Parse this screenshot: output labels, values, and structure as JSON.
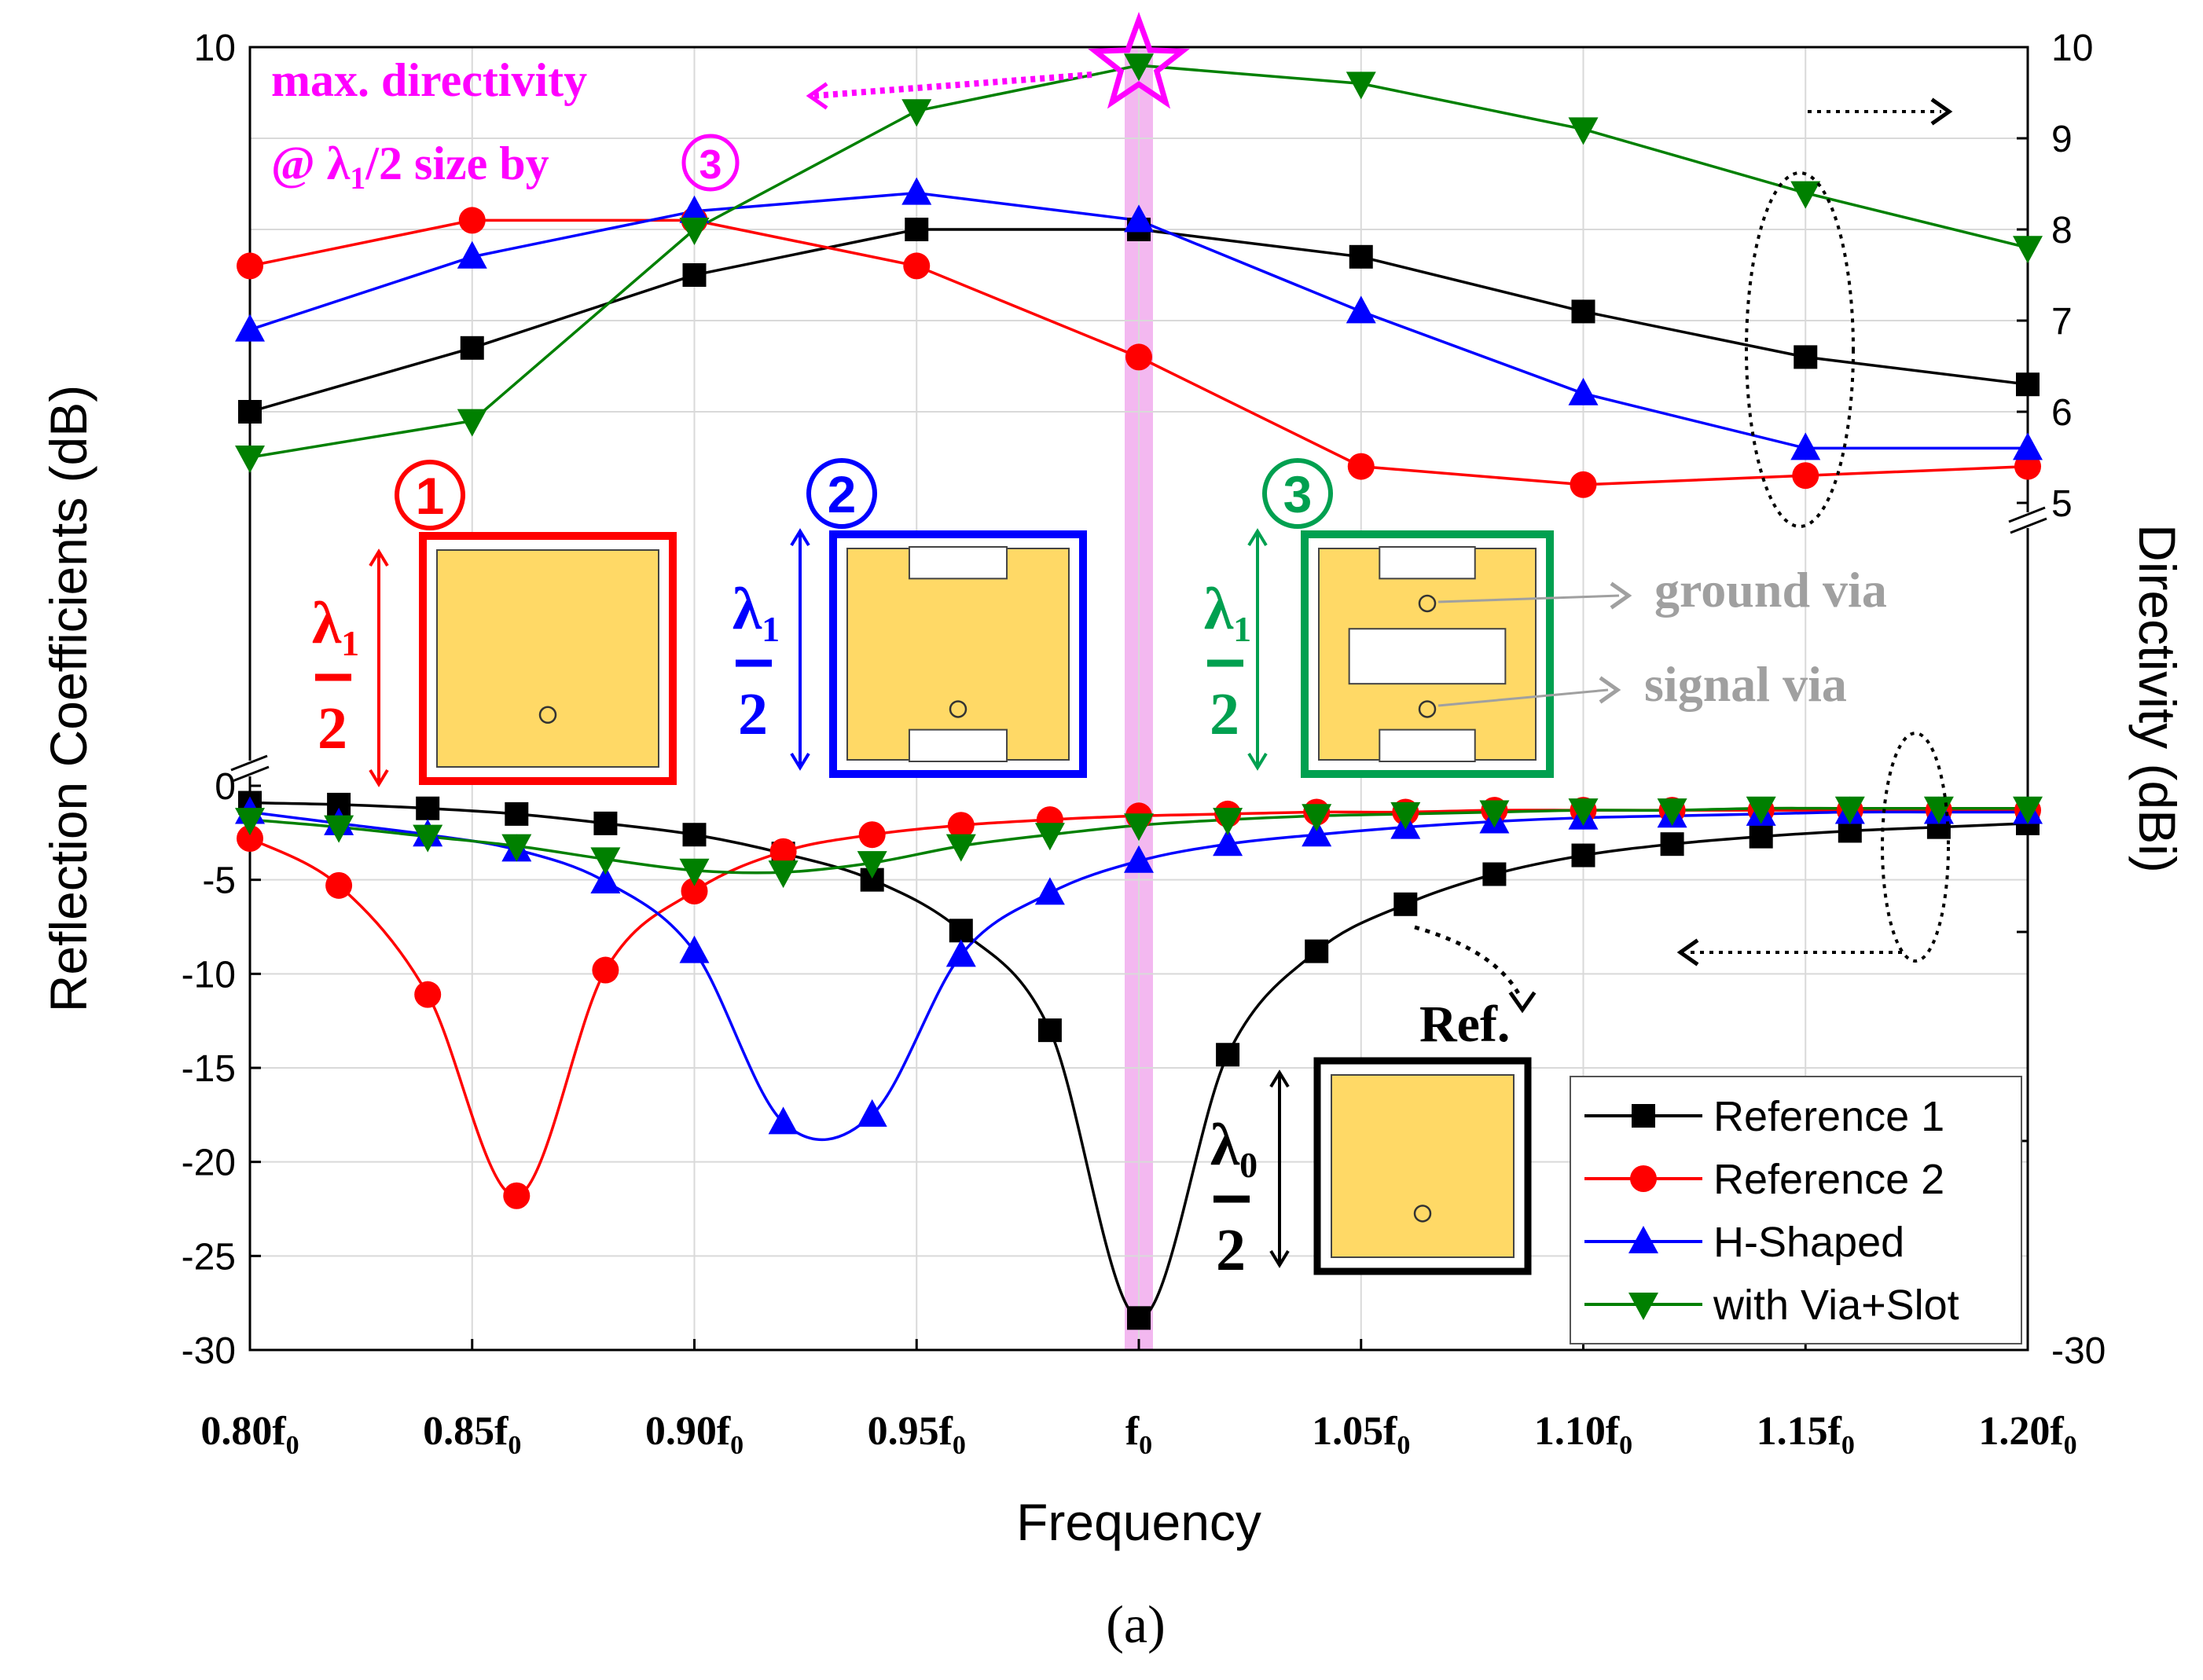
{
  "chart_data": {
    "type": "line",
    "xlabel": "Frequency",
    "ylabel_left": "Reflection Coefficients (dB)",
    "ylabel_right": "Directivity (dBi)",
    "subfigure_label": "(a)",
    "x_tick_labels": [
      "0.80f0",
      "0.85f0",
      "0.90f0",
      "0.95f0",
      "f0",
      "1.05f0",
      "1.10f0",
      "1.15f0",
      "1.20f0"
    ],
    "x_tick_values": [
      0.8,
      0.85,
      0.9,
      0.95,
      1.0,
      1.05,
      1.1,
      1.15,
      1.2
    ],
    "xlim": [
      0.8,
      1.2
    ],
    "left_axis": {
      "tick_labels": [
        "0",
        "-5",
        "-10",
        "-15",
        "-20",
        "-25",
        "-30"
      ],
      "top_label": "10",
      "ylim": [
        -30,
        0
      ]
    },
    "right_axis": {
      "tick_labels": [
        "10",
        "9",
        "8",
        "7",
        "6",
        "5"
      ],
      "bottom_label": "-30",
      "ylim": [
        5,
        10
      ]
    },
    "grid": true,
    "legend_position": "bottom-right",
    "reflection_series": [
      {
        "name": "Reference 1",
        "color": "#000000",
        "marker": "square",
        "x": [
          0.8,
          0.82,
          0.84,
          0.86,
          0.88,
          0.9,
          0.92,
          0.94,
          0.96,
          0.98,
          1.0,
          1.02,
          1.04,
          1.06,
          1.08,
          1.1,
          1.12,
          1.14,
          1.16,
          1.18,
          1.2
        ],
        "y": [
          -0.9,
          -1.0,
          -1.2,
          -1.5,
          -2.0,
          -2.6,
          -3.6,
          -5.0,
          -7.7,
          -13.0,
          -28.3,
          -14.3,
          -8.8,
          -6.3,
          -4.7,
          -3.7,
          -3.1,
          -2.7,
          -2.4,
          -2.2,
          -2.0
        ]
      },
      {
        "name": "Reference 2",
        "color": "#ff0000",
        "marker": "circle",
        "x": [
          0.8,
          0.82,
          0.84,
          0.86,
          0.88,
          0.9,
          0.92,
          0.94,
          0.96,
          0.98,
          1.0,
          1.02,
          1.04,
          1.06,
          1.08,
          1.1,
          1.12,
          1.14,
          1.16,
          1.18,
          1.2
        ],
        "y": [
          -2.8,
          -5.3,
          -11.1,
          -21.8,
          -9.8,
          -5.6,
          -3.5,
          -2.6,
          -2.1,
          -1.8,
          -1.6,
          -1.5,
          -1.4,
          -1.4,
          -1.3,
          -1.3,
          -1.3,
          -1.3,
          -1.3,
          -1.3,
          -1.3
        ]
      },
      {
        "name": "H-Shaped",
        "color": "#0000ff",
        "marker": "triangle-up",
        "x": [
          0.8,
          0.82,
          0.84,
          0.86,
          0.88,
          0.9,
          0.92,
          0.94,
          0.96,
          0.98,
          1.0,
          1.02,
          1.04,
          1.06,
          1.08,
          1.1,
          1.12,
          1.14,
          1.16,
          1.18,
          1.2
        ],
        "y": [
          -1.4,
          -2.0,
          -2.6,
          -3.4,
          -5.1,
          -8.8,
          -17.9,
          -17.5,
          -9.0,
          -5.7,
          -4.0,
          -3.1,
          -2.6,
          -2.2,
          -1.9,
          -1.7,
          -1.6,
          -1.5,
          -1.4,
          -1.4,
          -1.4
        ]
      },
      {
        "name": "with Via+Slot",
        "color": "#008000",
        "marker": "triangle-down",
        "x": [
          0.8,
          0.82,
          0.84,
          0.86,
          0.88,
          0.9,
          0.92,
          0.94,
          0.96,
          0.98,
          1.0,
          1.02,
          1.04,
          1.06,
          1.08,
          1.1,
          1.12,
          1.14,
          1.16,
          1.18,
          1.2
        ],
        "y": [
          -1.8,
          -2.2,
          -2.7,
          -3.2,
          -3.9,
          -4.5,
          -4.6,
          -4.1,
          -3.2,
          -2.6,
          -2.1,
          -1.8,
          -1.6,
          -1.5,
          -1.4,
          -1.3,
          -1.3,
          -1.2,
          -1.2,
          -1.2,
          -1.2
        ]
      }
    ],
    "directivity_series": [
      {
        "name": "Reference 1",
        "color": "#000000",
        "marker": "square",
        "x": [
          0.8,
          0.85,
          0.9,
          0.95,
          1.0,
          1.05,
          1.1,
          1.15,
          1.2
        ],
        "y": [
          6.0,
          6.7,
          7.5,
          8.0,
          8.0,
          7.7,
          7.1,
          6.6,
          6.3
        ]
      },
      {
        "name": "Reference 2",
        "color": "#ff0000",
        "marker": "circle",
        "x": [
          0.8,
          0.85,
          0.9,
          0.95,
          1.0,
          1.05,
          1.1,
          1.15,
          1.2
        ],
        "y": [
          7.6,
          8.1,
          8.1,
          7.6,
          6.6,
          5.4,
          5.2,
          5.3,
          5.4
        ]
      },
      {
        "name": "H-Shaped",
        "color": "#0000ff",
        "marker": "triangle-up",
        "x": [
          0.8,
          0.85,
          0.9,
          0.95,
          1.0,
          1.05,
          1.1,
          1.15,
          1.2
        ],
        "y": [
          6.9,
          7.7,
          8.2,
          8.4,
          8.1,
          7.1,
          6.2,
          5.6,
          5.6
        ]
      },
      {
        "name": "with Via+Slot",
        "color": "#008000",
        "marker": "triangle-down",
        "x": [
          0.8,
          0.85,
          0.9,
          0.95,
          1.0,
          1.05,
          1.1,
          1.15,
          1.2
        ],
        "y": [
          5.5,
          5.9,
          8.0,
          9.3,
          9.8,
          9.6,
          9.1,
          8.4,
          7.8
        ]
      }
    ],
    "highlight_x": 1.0,
    "annotations": {
      "max_line1": "max. directivity",
      "max_line2_prefix": "@ λ",
      "max_line2_sub": "1",
      "max_line2_suffix": "/2 size by",
      "circled3": "3",
      "ground_via": "ground via",
      "signal_via": "signal via",
      "ref": "Ref.",
      "num1": "1",
      "num2": "2",
      "num3": "3",
      "lambda": "λ",
      "sub1": "1",
      "sub0": "0",
      "two": "2"
    },
    "colors": {
      "magenta": "#ff00ff",
      "highlight_band": "#f3b8f0",
      "patch_fill": "#ffd966",
      "pointer_gray": "#a0a0a0",
      "grid": "#d9d9d9",
      "icon_green": "#00a050"
    }
  }
}
